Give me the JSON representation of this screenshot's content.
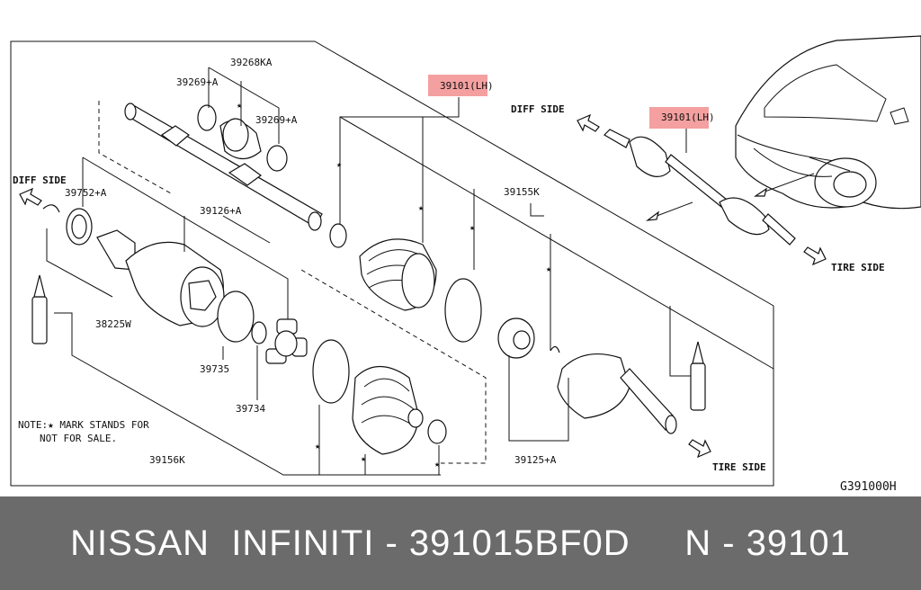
{
  "labels": {
    "p39268ka": "39268KA",
    "p39269a_1": "39269+A",
    "p39269a_2": "39269+A",
    "p39101lh_main": "39101(LH)",
    "p39101lh_car": "39101(LH)",
    "diff_side_left": "DIFF SIDE",
    "diff_side_car": "DIFF SIDE",
    "p39752a": "39752+A",
    "p39126a": "39126+A",
    "p39155k": "39155K",
    "p38225w": "38225W",
    "p39735": "39735",
    "p39734": "39734",
    "p39156k": "39156K",
    "p39125a": "39125+A",
    "tire_side_car": "TIRE SIDE",
    "tire_side_main": "TIRE SIDE",
    "note_line1": "NOTE:★ MARK STANDS FOR",
    "note_line2": "NOT FOR SALE.",
    "figure_code": "G391000H"
  },
  "footer": {
    "text": "NISSAN  INFINITI - 391015BF0D     N - 39101"
  },
  "colors": {
    "highlight": "#f4a0a0",
    "footer_bg": "#6b6b6b",
    "footer_text": "#ffffff"
  }
}
